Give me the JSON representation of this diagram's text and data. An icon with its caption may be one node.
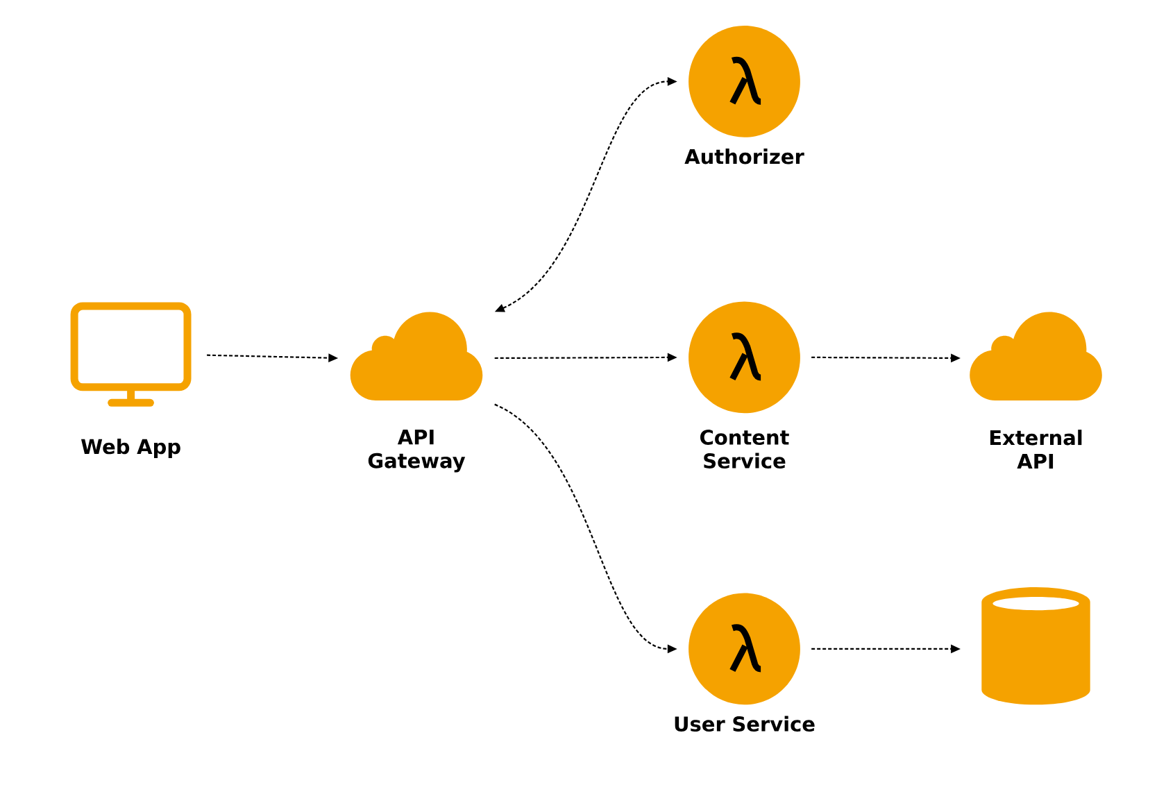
{
  "diagram": {
    "nodes": [
      {
        "text": [
          "Web App"
        ]
      },
      {
        "text": [
          "API Gateway"
        ]
      },
      {
        "text": [
          "Authorizer"
        ]
      },
      {
        "text": [
          "Content Service"
        ]
      },
      {
        "text": [
          "External API"
        ]
      },
      {
        "text": [
          "User Service"
        ]
      },
      {
        "text": [],
        "shape": "cylinder"
      }
    ],
    "edges": [
      {
        "from": 0,
        "to": 1,
        "arrow": "to"
      },
      {
        "from": 1,
        "to": 2,
        "arrow": "both"
      },
      {
        "from": 1,
        "to": 3,
        "arrow": "to"
      },
      {
        "from": 3,
        "to": 4,
        "arrow": "to"
      },
      {
        "from": 1,
        "to": 5,
        "arrow": "to"
      },
      {
        "from": 5,
        "to": 6,
        "arrow": "to"
      }
    ]
  }
}
